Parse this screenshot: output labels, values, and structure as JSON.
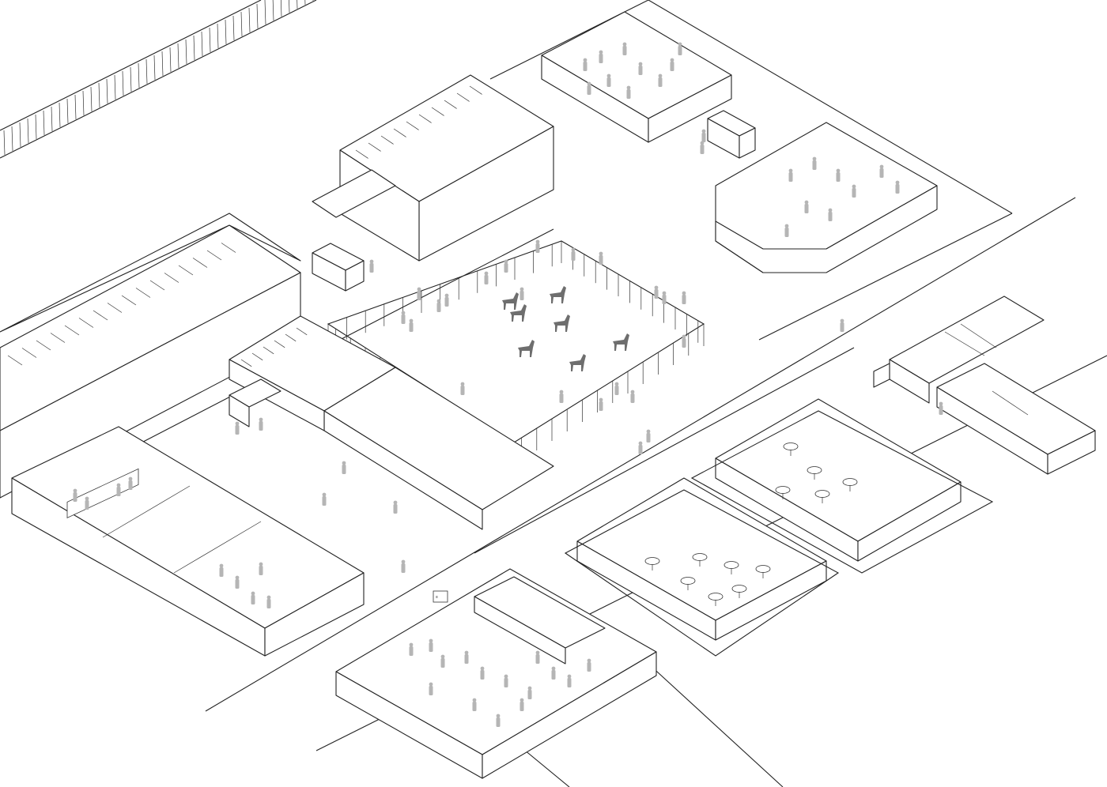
{
  "drawing": {
    "kind": "isometric-line-drawing",
    "background": "#ffffff",
    "line_color": "#222222",
    "figure_color": "#b5b5b5",
    "horse_color": "#6e6e6e"
  },
  "zones": [
    "railway-track",
    "stable-shed-long",
    "stable-shed-short",
    "horse-paddock",
    "grandstand-shed",
    "meeting-rooms-building",
    "cafe-top",
    "kiosk",
    "bar-hexagonal",
    "apartments",
    "restaurant-large",
    "restaurant-small",
    "station-entrance",
    "road"
  ],
  "figures": {
    "horses": 7
  }
}
